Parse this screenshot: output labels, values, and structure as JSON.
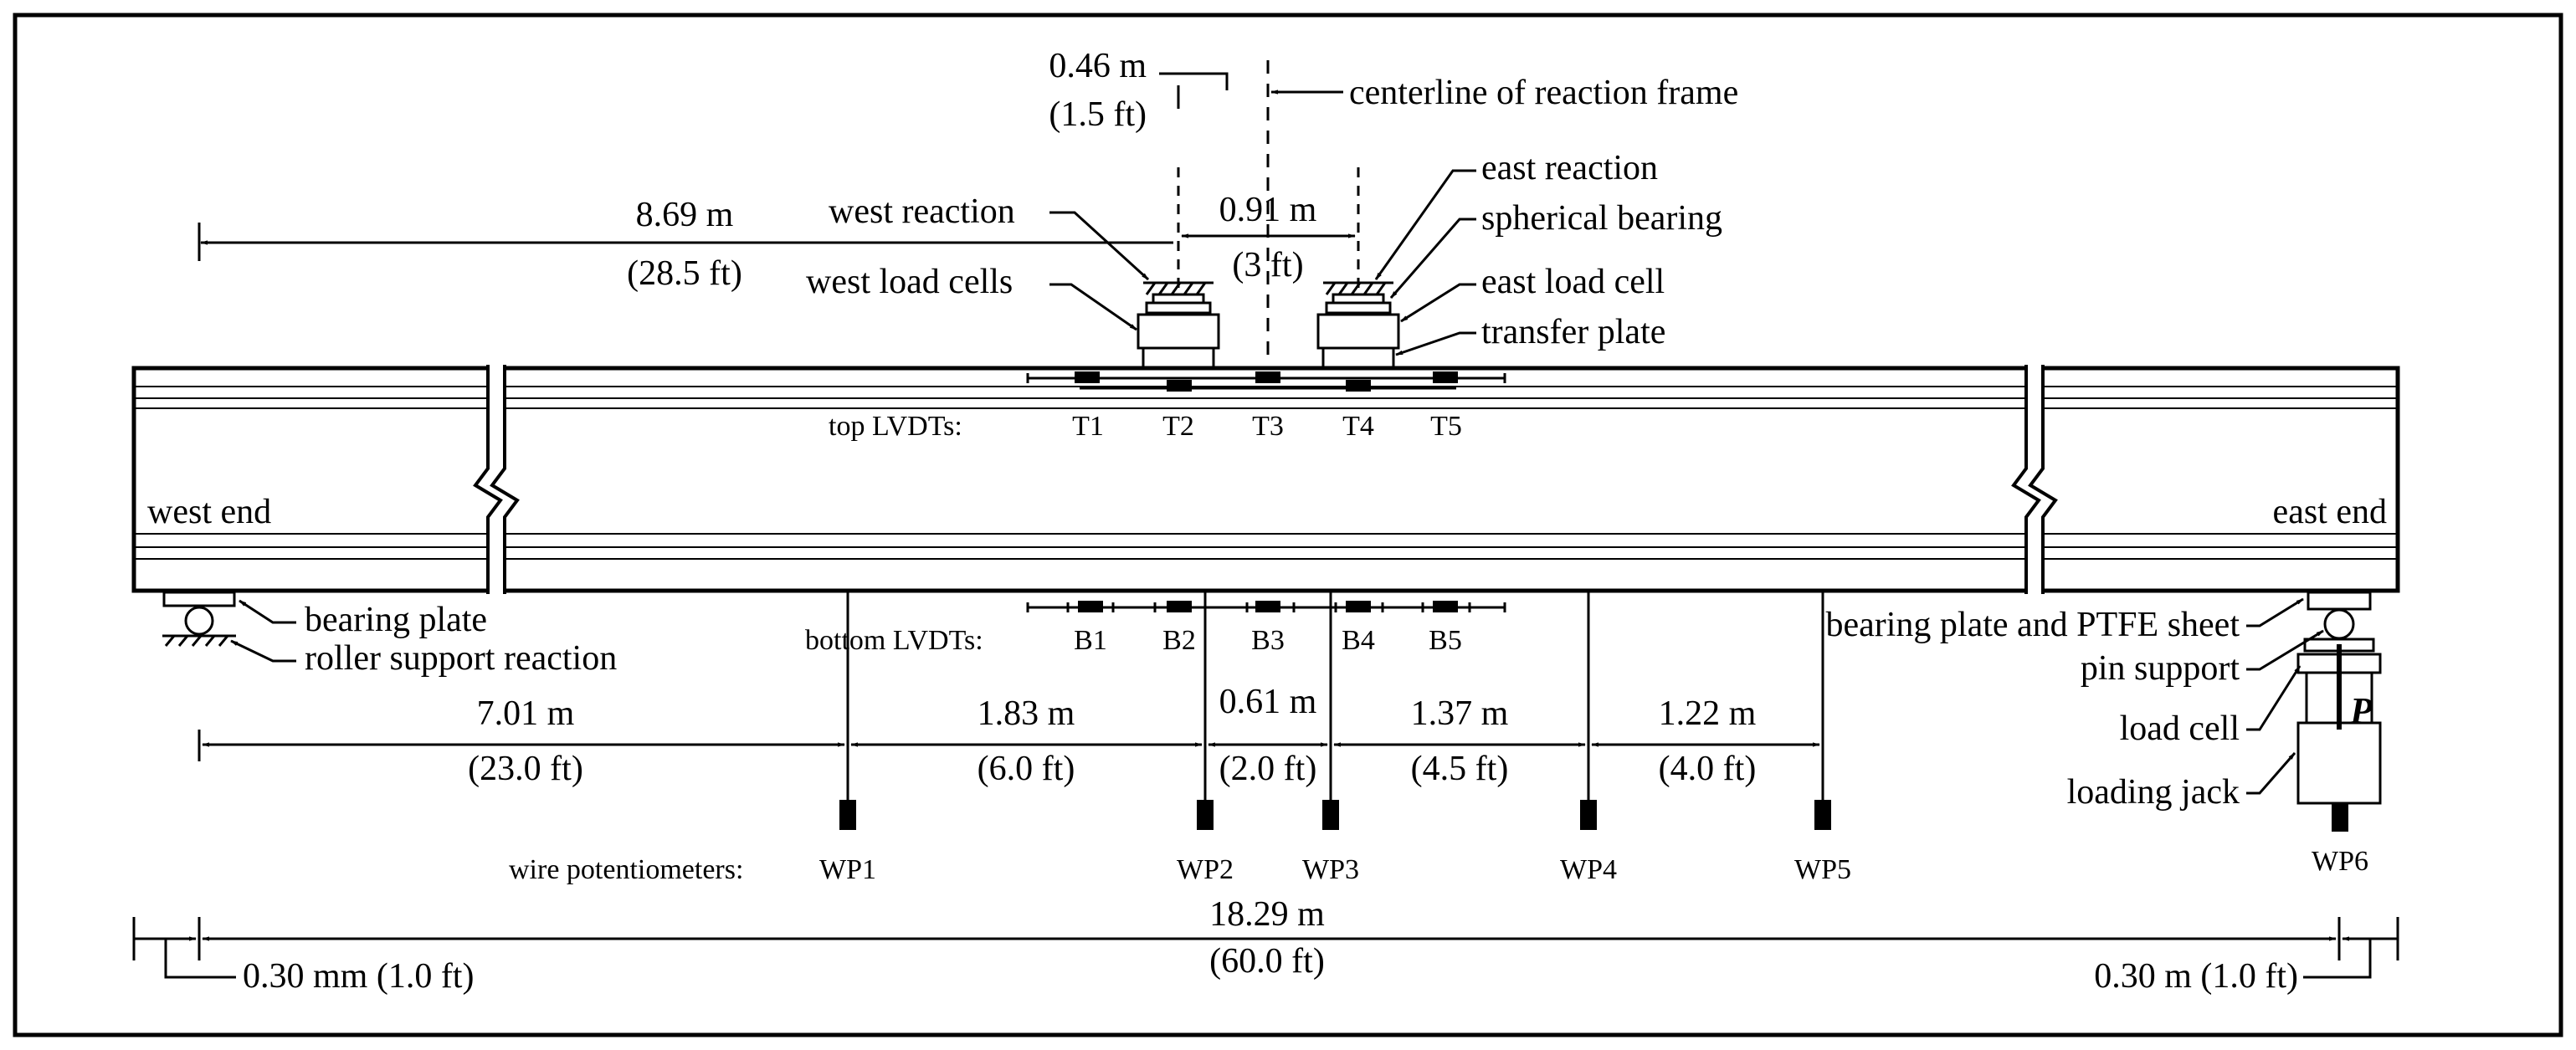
{
  "labels": {
    "dim_046_m": "0.46 m",
    "dim_046_ft": "(1.5 ft)",
    "centerline": "centerline of reaction frame",
    "dim_869_m": "8.69 m",
    "dim_869_ft": "(28.5 ft)",
    "west_reaction": "west reaction",
    "dim_091_m": "0.91 m",
    "dim_091_ft": "(3 ft)",
    "east_reaction": "east reaction",
    "spherical_bearing": "spherical bearing",
    "west_load_cells": "west load cells",
    "east_load_cell": "east load cell",
    "transfer_plate": "transfer plate",
    "top_lvdts": "top LVDTs:",
    "bottom_lvdts": "bottom LVDTs:",
    "west_end": "west end",
    "east_end": "east end",
    "bearing_plate": "bearing plate",
    "roller_support": "roller support reaction",
    "bearing_plate_ptfe": "bearing plate and PTFE sheet",
    "pin_support": "pin support",
    "load_cell": "load cell",
    "loading_jack": "loading jack",
    "load_symbol": "P",
    "wire_potentiometers": "wire potentiometers:",
    "dim_701_m": "7.01 m",
    "dim_701_ft": "(23.0 ft)",
    "dim_183_m": "1.83 m",
    "dim_183_ft": "(6.0 ft)",
    "dim_061_m": "0.61 m",
    "dim_061_ft": "(2.0 ft)",
    "dim_137_m": "1.37 m",
    "dim_137_ft": "(4.5 ft)",
    "dim_122_m": "1.22 m",
    "dim_122_ft": "(4.0 ft)",
    "dim_1829_m": "18.29 m",
    "dim_1829_ft": "(60.0 ft)",
    "overhang_west": "0.30 mm (1.0 ft)",
    "overhang_east": "0.30 m (1.0 ft)"
  },
  "top_lvdts": [
    "T1",
    "T2",
    "T3",
    "T4",
    "T5"
  ],
  "bottom_lvdts": [
    "B1",
    "B2",
    "B3",
    "B4",
    "B5"
  ],
  "wire_pots": [
    "WP1",
    "WP2",
    "WP3",
    "WP4",
    "WP5",
    "WP6"
  ]
}
